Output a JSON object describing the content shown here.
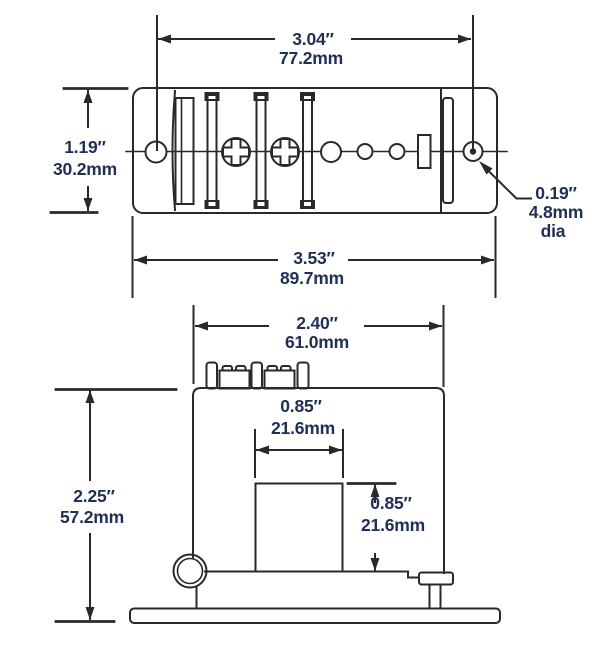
{
  "title": "relay-dimensional-drawing",
  "colors": {
    "line": "#2b2829",
    "text": "#203055",
    "background": "#ffffff"
  },
  "top_view": {
    "dim_hole_spacing": {
      "in": "3.04″",
      "mm": "77.2mm"
    },
    "dim_height": {
      "in": "1.19″",
      "mm": "30.2mm"
    },
    "dim_overall_width": {
      "in": "3.53″",
      "mm": "89.7mm"
    },
    "dim_hole_dia": {
      "in": "0.19″",
      "mm": "4.8mm",
      "label": "dia"
    }
  },
  "side_view": {
    "dim_width": {
      "in": "2.40″",
      "mm": "61.0mm"
    },
    "dim_height": {
      "in": "2.25″",
      "mm": "57.2mm"
    },
    "dim_block_width": {
      "in": "0.85″",
      "mm": "21.6mm"
    },
    "dim_block_height": {
      "in": "0.85″",
      "mm": "21.6mm"
    }
  }
}
